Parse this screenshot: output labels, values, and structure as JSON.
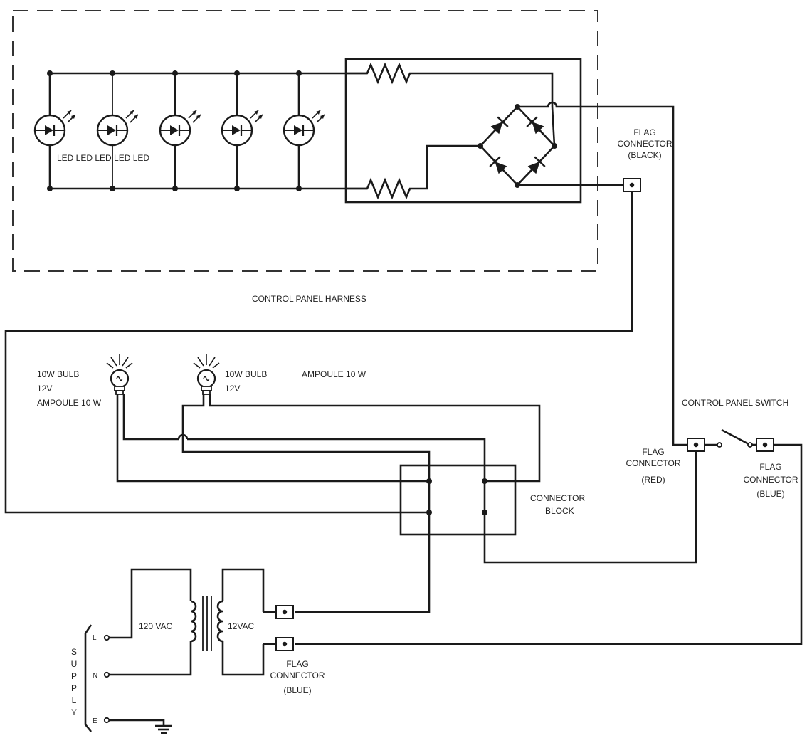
{
  "labels": {
    "harness": "CONTROL PANEL HARNESS",
    "led": "LED LED LED LED LED",
    "flag_black_1": "FLAG",
    "flag_black_2": "CONNECTOR",
    "flag_black_3": "(BLACK)",
    "bulb1_1": "10W BULB",
    "bulb1_2": "12V",
    "bulb1_3": "AMPOULE 10 W",
    "bulb2_1": "10W BULB",
    "bulb2_2": "12V",
    "bulb2_3": "AMPOULE 10 W",
    "switch": "CONTROL PANEL SWITCH",
    "flag_red_1": "FLAG",
    "flag_red_2": "CONNECTOR",
    "flag_red_3": "(RED)",
    "flag_blue_r_1": "FLAG",
    "flag_blue_r_2": "CONNECTOR",
    "flag_blue_r_3": "(BLUE)",
    "conn_block_1": "CONNECTOR",
    "conn_block_2": "BLOCK",
    "v120": "120 VAC",
    "v12": "12VAC",
    "flag_blue_b_1": "FLAG",
    "flag_blue_b_2": "CONNECTOR",
    "flag_blue_b_3": "(BLUE)",
    "supply": [
      "S",
      "U",
      "P",
      "P",
      "L",
      "Y"
    ],
    "terminal_l": "L",
    "terminal_n": "N",
    "terminal_e": "E"
  }
}
